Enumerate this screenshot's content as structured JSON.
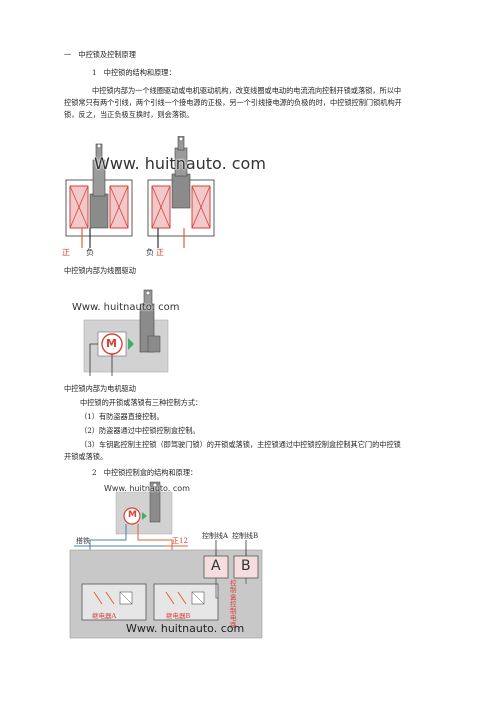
{
  "page": {
    "heading": "一　中控锁及控制原理",
    "sub1": "1　中控锁的结构和原理：",
    "para1": "中控锁内部为一个线圈驱动或电机驱动机构，改变线圈或电动的电流流向控制开锁或落锁，所以中控锁常只有两个引线，两个引线一个接电源的正极，另一个引线接电源的负极的时，中控锁控制门锁机构开锁，反之，当正负极互换时，则会落锁。",
    "caption1": "中控锁内部为线圈驱动",
    "caption2": "中控锁内部为电机驱动",
    "para2": "中控锁的开锁或落锁有三种控制方式：",
    "item1": "（1）有防盗器直接控制。",
    "item2": "（2）防盗器通过中控锁控制盒控制。",
    "item3": "（3）车钥匙控制主控锁（即驾驶门锁）的开锁或落锁，主控锁通过中控锁控制盒控制其它门的中控锁开锁或落锁。",
    "sub2": "2　中控锁控制盒的结构和原理："
  },
  "fig1": {
    "watermark": "Www. huitnauto. com",
    "label_left_a": "正",
    "label_left_b": "负",
    "label_right_a": "负",
    "label_right_b": "正"
  },
  "fig2": {
    "watermark": "Www. huitnauto. com",
    "motor_label": "M"
  },
  "fig3": {
    "watermark_top": "Www. huitnauto. com",
    "watermark_bottom": "Www. huitnauto. com",
    "motor_label": "M",
    "ground_label": "搭铁",
    "plus12_label": "正12",
    "ctrl_a_label": "控制线A",
    "ctrl_b_label": "控制线B",
    "box_a": "A",
    "box_b": "B",
    "relay_a": "继电器A",
    "relay_b": "继电器B",
    "side_text": "控制盒控制电路"
  },
  "colors": {
    "coil_fill": "#f2c9c9",
    "coil_stroke": "#d9403a",
    "metal": "#8b8b8b",
    "box_gray": "#c8c8c8",
    "wire_blue": "#4a7fb5",
    "wire_red": "#e0603a",
    "arrow_green": "#3fae66",
    "label_red": "#d9403a"
  }
}
